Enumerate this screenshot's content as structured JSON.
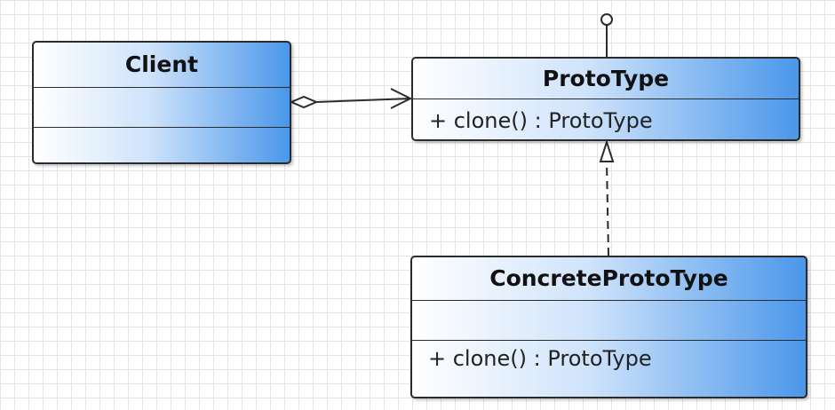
{
  "classes": {
    "client": {
      "name": "Client",
      "attributes": [],
      "operations": []
    },
    "prototype": {
      "name": "ProtoType",
      "operations": [
        "+ clone() : ProtoType"
      ]
    },
    "concrete": {
      "name": "ConcreteProtoType",
      "attributes": [],
      "operations": [
        "+ clone() : ProtoType"
      ]
    }
  },
  "relationships": [
    {
      "type": "aggregation",
      "from": "Client",
      "to": "ProtoType"
    },
    {
      "type": "realization",
      "from": "ConcreteProtoType",
      "to": "ProtoType"
    },
    {
      "type": "interface-lollipop",
      "on": "ProtoType"
    }
  ],
  "colors": {
    "box_gradient_start": "#ffffff",
    "box_gradient_end": "#4a97ea",
    "border": "#2b2b2b",
    "grid": "#e4e4e4"
  }
}
